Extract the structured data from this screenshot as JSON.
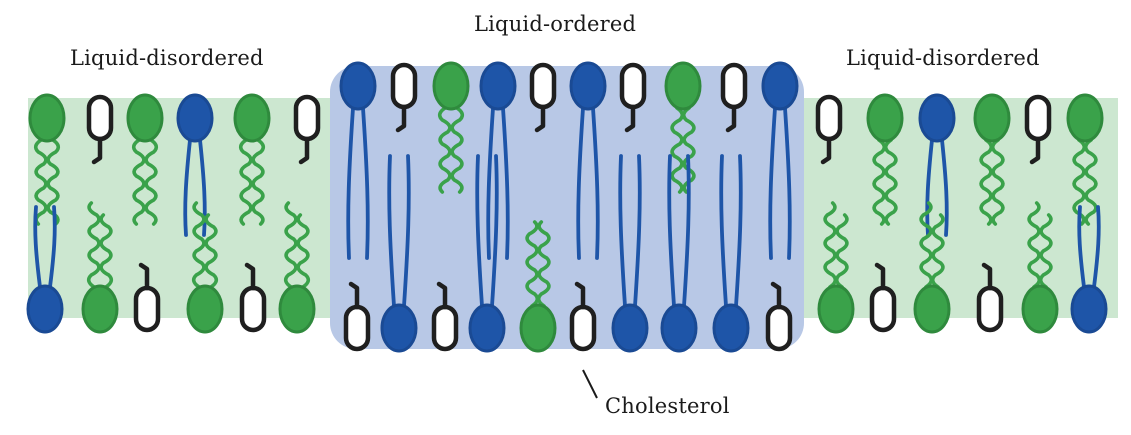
{
  "labels": {
    "left_region": "Liquid-disordered",
    "middle_region": "Liquid-ordered",
    "right_region": "Liquid-disordered",
    "cholesterol": "Cholesterol"
  },
  "colors": {
    "disordered_band": "#cce7d0",
    "ordered_band": "#b8c8e6",
    "green_lipid": "#3aa24a",
    "green_lipid_stroke": "#2f8a3d",
    "blue_lipid": "#1e55a8",
    "blue_lipid_stroke": "#1a4a94",
    "cholesterol_stroke": "#1f1f1f",
    "cholesterol_fill": "#ffffff"
  }
}
